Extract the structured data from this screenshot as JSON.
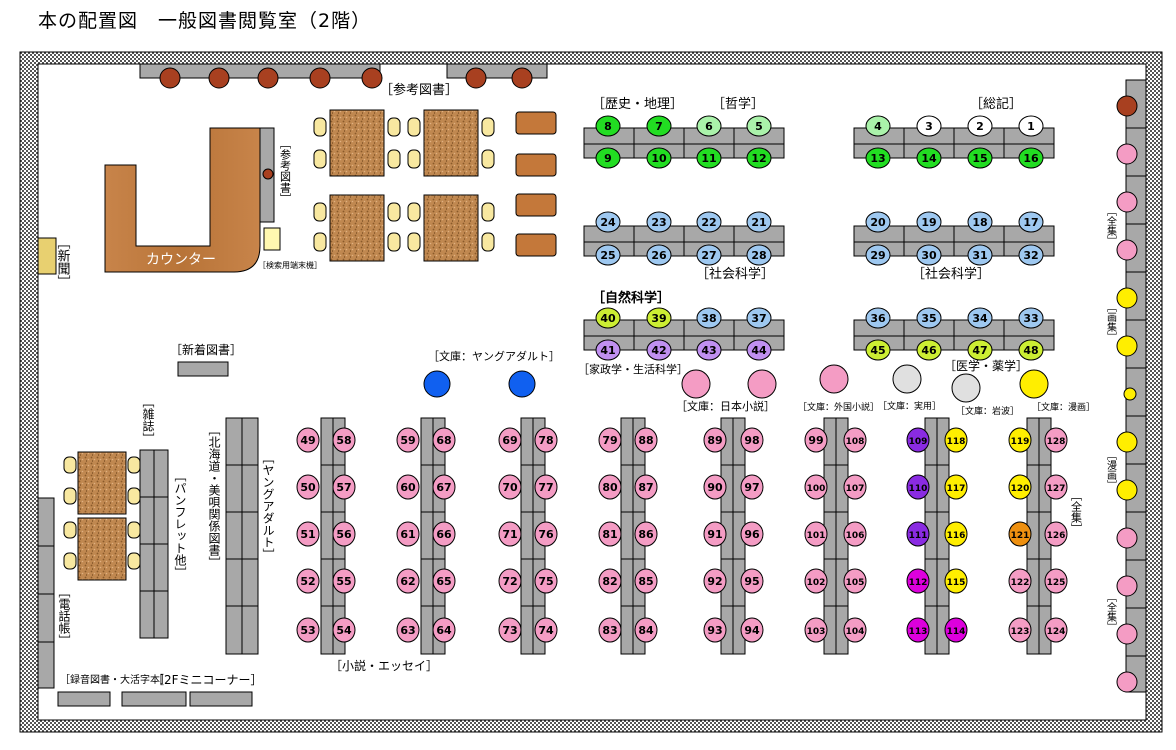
{
  "title": "本の配置図　一般図書閲覧室（2階）",
  "labels": {
    "reference_top": "［参考図書］",
    "reference_side": "［参考図書］",
    "counter": "カウンター",
    "search_terminal": "［検索用端末機］",
    "newspaper": "［新聞］",
    "history_geo": "［歴史・地理］",
    "philosophy": "［哲学］",
    "general": "［総記］",
    "social_science_left": "［社会科学］",
    "social_science_right": "［社会科学］",
    "natural_science": "［自然科学］",
    "home_economics": "［家政学・生活科学］",
    "medicine": "［医学・薬学］",
    "new_books": "［新着図書］",
    "bunko_young_adult": "［文庫：ヤングアダルト］",
    "bunko_japanese": "［文庫：日本小説］",
    "bunko_foreign": "［文庫：外国小説］",
    "bunko_practical": "［文庫：実用］",
    "bunko_iwanami": "［文庫：岩波］",
    "bunko_manga": "［文庫：漫画］",
    "magazines": "［雑誌］",
    "pamphlets": "［パンフレット他］",
    "hokkaido": "［北海道・美唄関係図書］",
    "young_adult": "［ヤングアダルト］",
    "novels_essays": "［小説・エッセイ］",
    "phone_book": "［電話帳］",
    "audio_large_print": "［録音図書・大活字本］",
    "mini_corner": "［2Fミニコーナー］",
    "complete_works_1": "［全集］",
    "art_collection": "［画集］",
    "manga": "［漫画］",
    "complete_works_2": "［全集］",
    "complete_works_3": "［全集］"
  },
  "colors": {
    "green": "#22dd22",
    "light_green": "#aaf2aa",
    "white": "#ffffff",
    "blue": "#9ec8f0",
    "yellow_green": "#ccee33",
    "purple": "#c090f0",
    "pink": "#f49cc4",
    "dark_purple": "#8a2be2",
    "yellow": "#ffee00",
    "magenta": "#dd00dd",
    "orange": "#ee9010",
    "royal_blue": "#1060f0",
    "brown": "#a84020",
    "shelf": "#a8a8a8",
    "table": "#c49050"
  },
  "markers": [
    {
      "n": "8",
      "c": "green"
    },
    {
      "n": "7",
      "c": "green"
    },
    {
      "n": "6",
      "c": "light_green"
    },
    {
      "n": "5",
      "c": "light_green"
    },
    {
      "n": "9",
      "c": "green"
    },
    {
      "n": "10",
      "c": "green"
    },
    {
      "n": "11",
      "c": "green"
    },
    {
      "n": "12",
      "c": "green"
    },
    {
      "n": "4",
      "c": "light_green"
    },
    {
      "n": "3",
      "c": "white"
    },
    {
      "n": "2",
      "c": "white"
    },
    {
      "n": "1",
      "c": "white"
    },
    {
      "n": "13",
      "c": "green"
    },
    {
      "n": "14",
      "c": "green"
    },
    {
      "n": "15",
      "c": "green"
    },
    {
      "n": "16",
      "c": "green"
    },
    {
      "n": "24",
      "c": "blue"
    },
    {
      "n": "23",
      "c": "blue"
    },
    {
      "n": "22",
      "c": "blue"
    },
    {
      "n": "21",
      "c": "blue"
    },
    {
      "n": "25",
      "c": "blue"
    },
    {
      "n": "26",
      "c": "blue"
    },
    {
      "n": "27",
      "c": "blue"
    },
    {
      "n": "28",
      "c": "blue"
    },
    {
      "n": "20",
      "c": "blue"
    },
    {
      "n": "19",
      "c": "blue"
    },
    {
      "n": "18",
      "c": "blue"
    },
    {
      "n": "17",
      "c": "blue"
    },
    {
      "n": "29",
      "c": "blue"
    },
    {
      "n": "30",
      "c": "blue"
    },
    {
      "n": "31",
      "c": "blue"
    },
    {
      "n": "32",
      "c": "blue"
    },
    {
      "n": "40",
      "c": "yellow_green"
    },
    {
      "n": "39",
      "c": "yellow_green"
    },
    {
      "n": "38",
      "c": "blue"
    },
    {
      "n": "37",
      "c": "blue"
    },
    {
      "n": "41",
      "c": "purple"
    },
    {
      "n": "42",
      "c": "purple"
    },
    {
      "n": "43",
      "c": "purple"
    },
    {
      "n": "44",
      "c": "purple"
    },
    {
      "n": "36",
      "c": "blue"
    },
    {
      "n": "35",
      "c": "blue"
    },
    {
      "n": "34",
      "c": "blue"
    },
    {
      "n": "33",
      "c": "blue"
    },
    {
      "n": "45",
      "c": "yellow_green"
    },
    {
      "n": "46",
      "c": "yellow_green"
    },
    {
      "n": "47",
      "c": "yellow_green"
    },
    {
      "n": "48",
      "c": "yellow_green"
    },
    {
      "n": "49",
      "c": "pink"
    },
    {
      "n": "58",
      "c": "pink"
    },
    {
      "n": "50",
      "c": "pink"
    },
    {
      "n": "57",
      "c": "pink"
    },
    {
      "n": "51",
      "c": "pink"
    },
    {
      "n": "56",
      "c": "pink"
    },
    {
      "n": "52",
      "c": "pink"
    },
    {
      "n": "55",
      "c": "pink"
    },
    {
      "n": "53",
      "c": "pink"
    },
    {
      "n": "54",
      "c": "pink"
    },
    {
      "n": "59",
      "c": "pink"
    },
    {
      "n": "68",
      "c": "pink"
    },
    {
      "n": "60",
      "c": "pink"
    },
    {
      "n": "67",
      "c": "pink"
    },
    {
      "n": "61",
      "c": "pink"
    },
    {
      "n": "66",
      "c": "pink"
    },
    {
      "n": "62",
      "c": "pink"
    },
    {
      "n": "65",
      "c": "pink"
    },
    {
      "n": "63",
      "c": "pink"
    },
    {
      "n": "64",
      "c": "pink"
    },
    {
      "n": "69",
      "c": "pink"
    },
    {
      "n": "78",
      "c": "pink"
    },
    {
      "n": "70",
      "c": "pink"
    },
    {
      "n": "77",
      "c": "pink"
    },
    {
      "n": "71",
      "c": "pink"
    },
    {
      "n": "76",
      "c": "pink"
    },
    {
      "n": "72",
      "c": "pink"
    },
    {
      "n": "75",
      "c": "pink"
    },
    {
      "n": "73",
      "c": "pink"
    },
    {
      "n": "74",
      "c": "pink"
    },
    {
      "n": "79",
      "c": "pink"
    },
    {
      "n": "88",
      "c": "pink"
    },
    {
      "n": "80",
      "c": "pink"
    },
    {
      "n": "87",
      "c": "pink"
    },
    {
      "n": "81",
      "c": "pink"
    },
    {
      "n": "86",
      "c": "pink"
    },
    {
      "n": "82",
      "c": "pink"
    },
    {
      "n": "85",
      "c": "pink"
    },
    {
      "n": "83",
      "c": "pink"
    },
    {
      "n": "84",
      "c": "pink"
    },
    {
      "n": "89",
      "c": "pink"
    },
    {
      "n": "98",
      "c": "pink"
    },
    {
      "n": "90",
      "c": "pink"
    },
    {
      "n": "97",
      "c": "pink"
    },
    {
      "n": "91",
      "c": "pink"
    },
    {
      "n": "96",
      "c": "pink"
    },
    {
      "n": "92",
      "c": "pink"
    },
    {
      "n": "95",
      "c": "pink"
    },
    {
      "n": "93",
      "c": "pink"
    },
    {
      "n": "94",
      "c": "pink"
    },
    {
      "n": "99",
      "c": "pink"
    },
    {
      "n": "108",
      "c": "pink"
    },
    {
      "n": "100",
      "c": "pink"
    },
    {
      "n": "107",
      "c": "pink"
    },
    {
      "n": "101",
      "c": "pink"
    },
    {
      "n": "106",
      "c": "pink"
    },
    {
      "n": "102",
      "c": "pink"
    },
    {
      "n": "105",
      "c": "pink"
    },
    {
      "n": "103",
      "c": "pink"
    },
    {
      "n": "104",
      "c": "pink"
    },
    {
      "n": "109",
      "c": "dark_purple"
    },
    {
      "n": "118",
      "c": "yellow"
    },
    {
      "n": "110",
      "c": "dark_purple"
    },
    {
      "n": "117",
      "c": "yellow"
    },
    {
      "n": "111",
      "c": "dark_purple"
    },
    {
      "n": "116",
      "c": "yellow"
    },
    {
      "n": "112",
      "c": "magenta"
    },
    {
      "n": "115",
      "c": "yellow"
    },
    {
      "n": "113",
      "c": "magenta"
    },
    {
      "n": "114",
      "c": "magenta"
    },
    {
      "n": "119",
      "c": "yellow"
    },
    {
      "n": "128",
      "c": "pink"
    },
    {
      "n": "120",
      "c": "yellow"
    },
    {
      "n": "127",
      "c": "pink"
    },
    {
      "n": "121",
      "c": "orange"
    },
    {
      "n": "126",
      "c": "pink"
    },
    {
      "n": "122",
      "c": "pink"
    },
    {
      "n": "125",
      "c": "pink"
    },
    {
      "n": "123",
      "c": "pink"
    },
    {
      "n": "124",
      "c": "pink"
    }
  ]
}
